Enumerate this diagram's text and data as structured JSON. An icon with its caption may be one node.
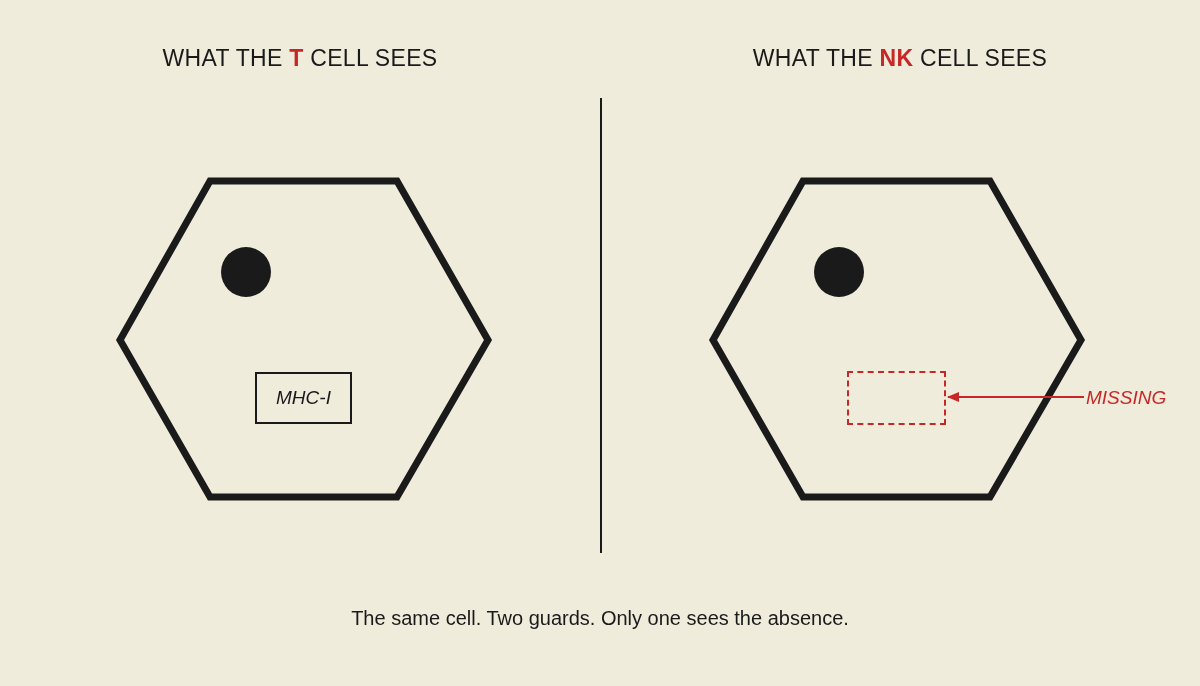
{
  "diagram": {
    "caption": "The same cell. Two guards. Only one sees the absence.",
    "nodes": [
      {
        "text": [],
        "shape": "hexagon"
      },
      {
        "text": [
          "MHC-I"
        ],
        "in": 0
      },
      {
        "text": [],
        "shape": "hexagon"
      },
      {
        "text": [],
        "shape": "box",
        "in": 2
      },
      {
        "text": [
          "MISSING"
        ]
      }
    ],
    "edges": [
      {
        "from": 4,
        "to": 3,
        "arrow": "to",
        "color": "#c62828"
      }
    ],
    "labels": [
      "WHAT THE **T** CELL SEES",
      "WHAT THE **NK** CELL SEES"
    ]
  }
}
